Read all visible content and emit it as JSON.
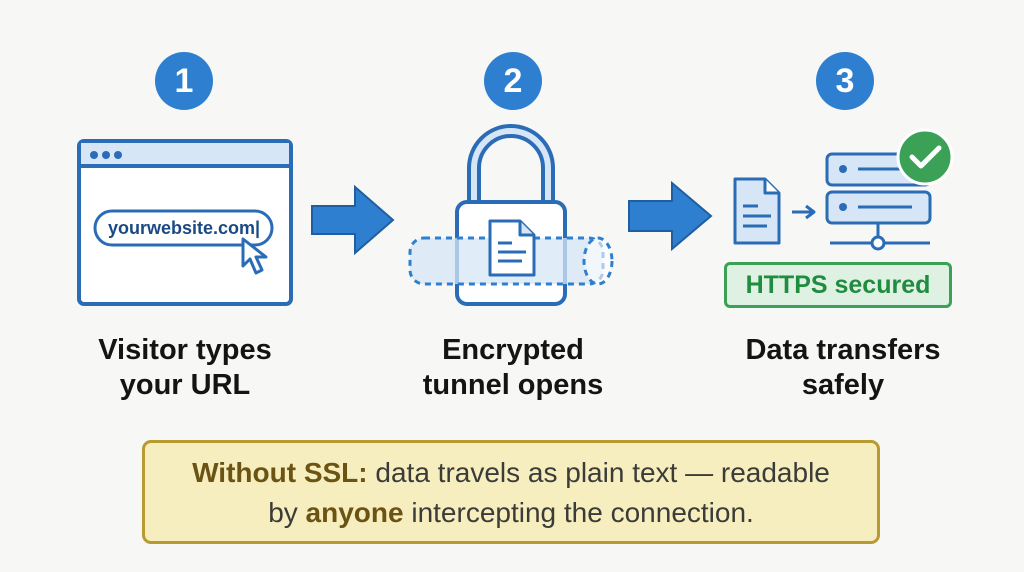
{
  "colors": {
    "accent": "#2f7fd0",
    "outline": "#2b6cb7",
    "success": "#3aa157",
    "warning_border": "#b89a33",
    "warning_fill": "#f6eebe"
  },
  "steps": [
    {
      "number": "1",
      "icon": "browser-window-icon",
      "caption_line1": "Visitor types",
      "caption_line2": "your URL"
    },
    {
      "number": "2",
      "icon": "padlock-icon",
      "caption_line1": "Encrypted",
      "caption_line2": "tunnel opens"
    },
    {
      "number": "3",
      "icon": "server-icon",
      "caption_line1": "Data transfers",
      "caption_line2": "safely"
    }
  ],
  "browser": {
    "url": "yourwebsite.com|"
  },
  "badge": {
    "label": "HTTPS secured"
  },
  "note": {
    "lead": "Without SSL:",
    "text1": " data travels as plain text — readable",
    "text2a": "by ",
    "emphasis": "anyone",
    "text2b": " intercepting the connection."
  }
}
